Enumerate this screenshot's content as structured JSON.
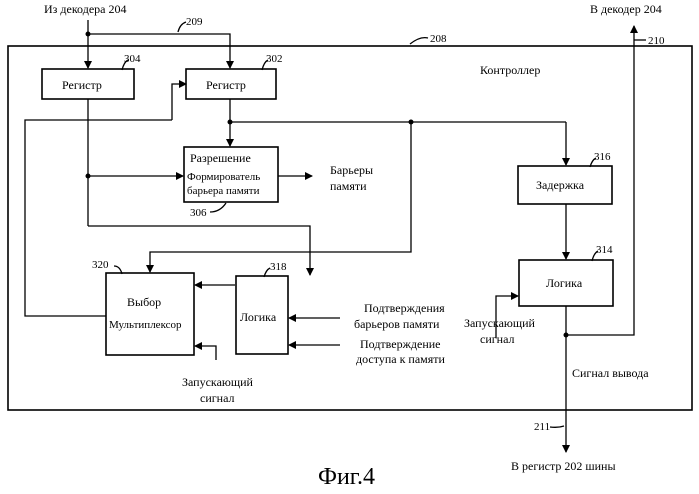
{
  "inputs": {
    "from_decoder": "Из декодера 204",
    "to_decoder": "В декодер 204",
    "to_register": "В регистр 202 шины"
  },
  "controller": {
    "label": "Контроллер",
    "ref": "208"
  },
  "lines": {
    "l209": "209",
    "l210": "210",
    "l211": "211"
  },
  "blocks": {
    "reg304": {
      "label": "Регистр",
      "ref": "304"
    },
    "reg302": {
      "label": "Регистр",
      "ref": "302"
    },
    "perm": {
      "title": "Разрешение",
      "line1": "Формирователь",
      "line2": "барьера памяти",
      "ref": "306"
    },
    "delay": {
      "label": "Задержка",
      "ref": "316"
    },
    "logic314": {
      "label": "Логика",
      "ref": "314"
    },
    "select": {
      "title": "Выбор",
      "sub": "Мультиплексор",
      "ref": "320"
    },
    "logic318": {
      "label": "Логика",
      "ref": "318"
    }
  },
  "signals": {
    "barriers_1": "Барьеры",
    "barriers_2": "памяти",
    "confirm_barriers_1": "Подтверждения",
    "confirm_barriers_2": "барьеров памяти",
    "confirm_access_1": "Подтверждение",
    "confirm_access_2": "доступа к памяти",
    "trigger_right_1": "Запускающий",
    "trigger_right_2": "сигнал",
    "trigger_bottom_1": "Запускающий",
    "trigger_bottom_2": "сигнал",
    "output": "Сигнал вывода"
  },
  "figure": {
    "caption": "Фиг.4"
  }
}
